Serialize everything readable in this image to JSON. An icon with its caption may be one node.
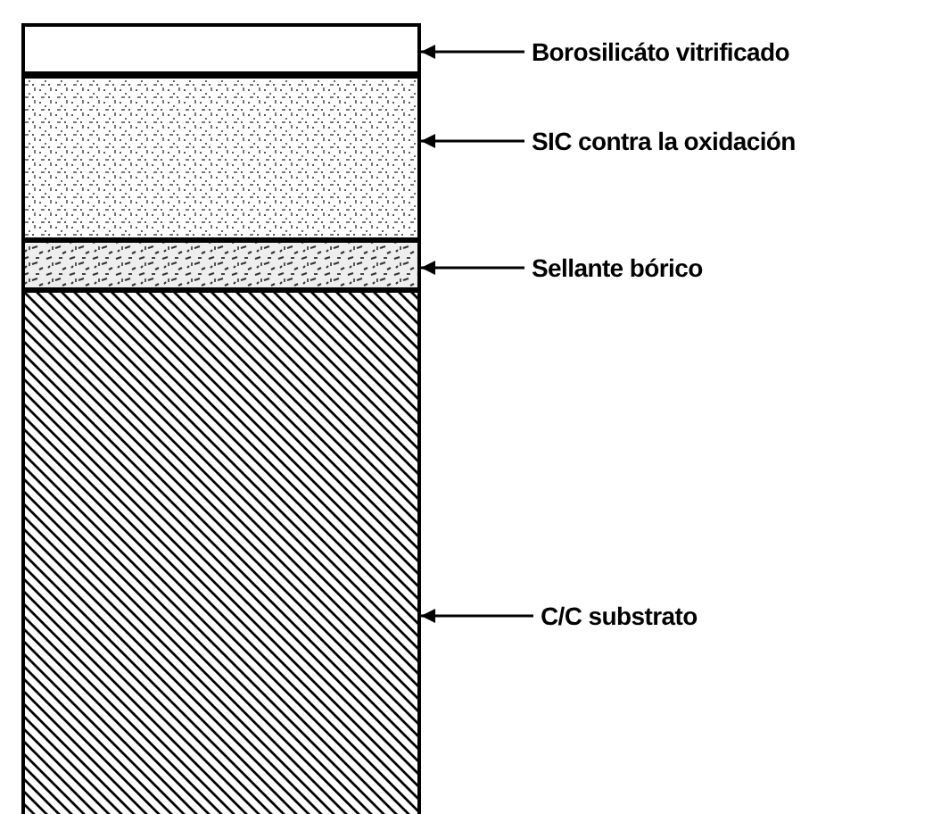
{
  "diagram": {
    "nodes": [
      {
        "text": [
          "Borosilicáto vitrificado"
        ]
      },
      {
        "text": [
          "SIC contra la oxidación"
        ]
      },
      {
        "text": [
          "Sellante bórico"
        ]
      },
      {
        "text": [
          "C/C substrato"
        ]
      },
      {
        "text": [],
        "shape": "box"
      },
      {
        "text": [],
        "shape": "box"
      },
      {
        "text": [],
        "shape": "box"
      },
      {
        "text": [],
        "shape": "box"
      }
    ],
    "edges": [
      {
        "from": 0,
        "to": 4,
        "arrow": "to"
      },
      {
        "from": 1,
        "to": 5,
        "arrow": "to"
      },
      {
        "from": 2,
        "to": 6,
        "arrow": "to"
      },
      {
        "from": 3,
        "to": 7,
        "arrow": "to"
      }
    ]
  }
}
